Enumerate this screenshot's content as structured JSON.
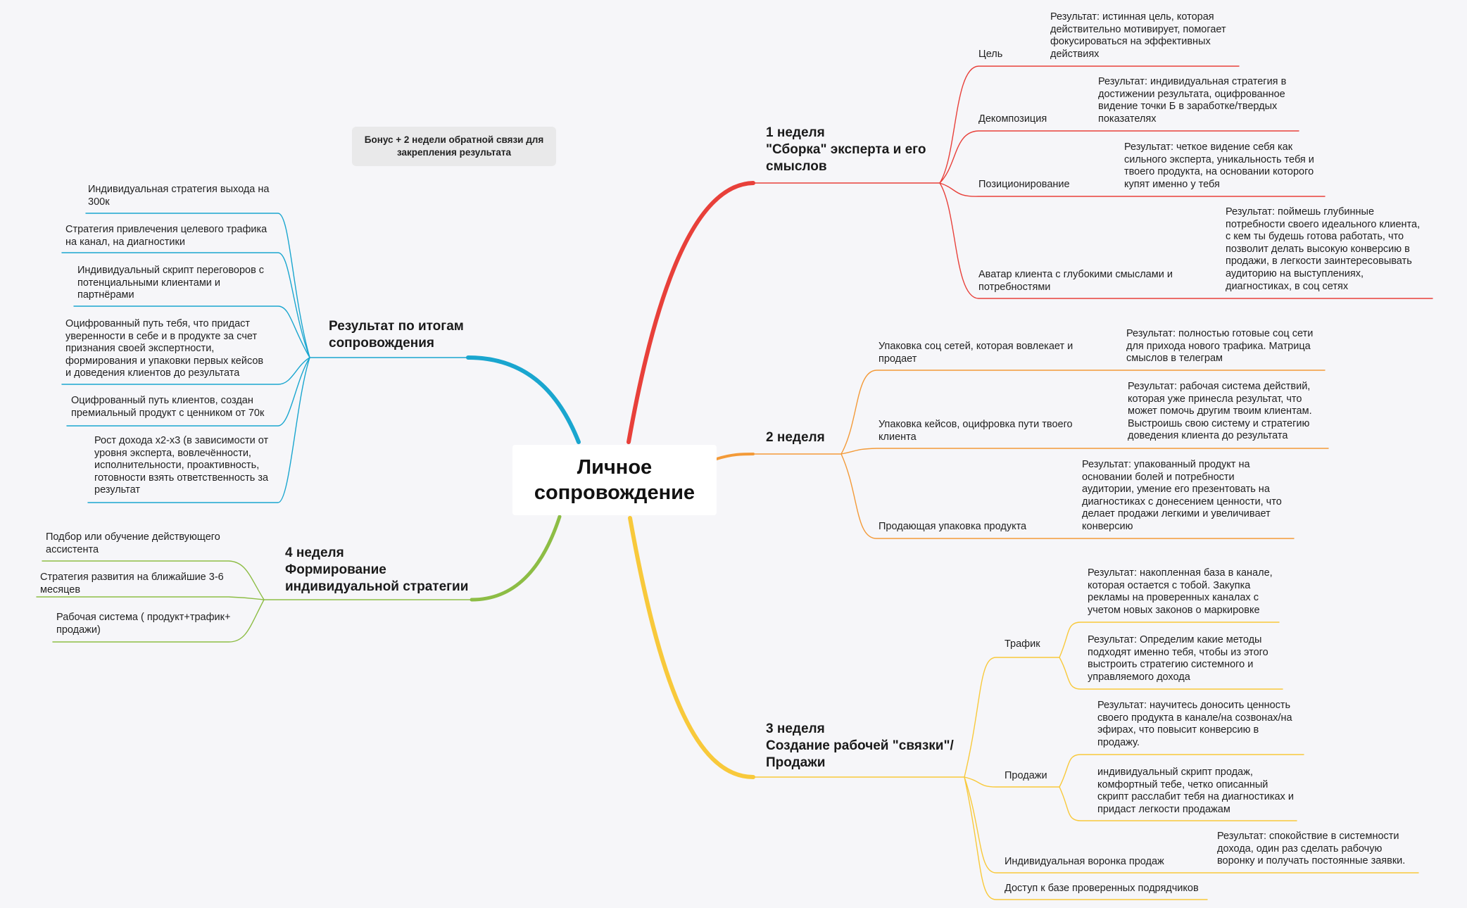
{
  "central": "Личное\nсопровождение",
  "bonus": "Бонус + 2 недели обратной связи для\nзакрепления результата",
  "colors": {
    "red": "#e8403a",
    "orange": "#f39a38",
    "yellow": "#f8c93b",
    "green": "#8dbd45",
    "blue": "#1aa6cf"
  },
  "week1": {
    "title": "1 неделя\n\"Сборка\" эксперта и его\nсмыслов",
    "items": [
      {
        "label": "Цель",
        "result": "Результат: истинная цель, которая\nдействительно мотивирует, помогает\nфокусироваться на эффективных\nдействиях"
      },
      {
        "label": "Декомпозиция",
        "result": "Результат: индивидуальная стратегия в\nдостижении результата, оцифрованное\nвидение точки Б в заработке/твердых\nпоказателях"
      },
      {
        "label": "Позиционирование",
        "result": "Результат: четкое видение себя как\nсильного эксперта, уникальность тебя и\nтвоего продукта, на основании которого\nкупят  именно у тебя"
      },
      {
        "label": "Аватар клиента с глубокими смыслами и\nпотребностями",
        "result": "Результат: поймешь глубинные\nпотребности своего идеального клиента,\nс кем ты будешь готова работать, что\nпозволит делать высокую конверсию в\nпродажи, в легкости заинтересовывать\nаудиторию на выступлениях,\nдиагностиках, в соц сетях"
      }
    ]
  },
  "week2": {
    "title": "2 неделя",
    "items": [
      {
        "label": "Упаковка соц сетей, которая вовлекает и\nпродает",
        "result": "Результат: полностью готовые соц сети\nдля прихода нового трафика.  Матрица\nсмыслов в телеграм"
      },
      {
        "label": "Упаковка кейсов, оцифровка пути твоего\nклиента",
        "result": "Результат: рабочая система действий,\nкоторая уже принесла результат, что\nможет помочь другим твоим клиентам.\nВыстроишь свою систему и стратегию\nдоведения клиента до результата"
      },
      {
        "label": "Продающая упаковка продукта",
        "result": "Результат: упакованный продукт на\nосновании болей и потребности\nаудитории, умение его презентовать на\nдиагностиках с донесением ценности, что\nделает продажи легкими и увеличивает\nконверсию"
      }
    ]
  },
  "week3": {
    "title": "3 неделя\nСоздание рабочей \"связки\"/\nПродажи",
    "traffic": {
      "label": "Трафик",
      "results": [
        "Результат: накопленная база в канале,\nкоторая остается с тобой. Закупка\nрекламы на проверенных каналах с\nучетом новых законов о маркировке",
        "Результат: Определим какие методы\nподходят именно тебя, чтобы из этого\nвыстроить стратегию системного и\nуправляемого дохода"
      ]
    },
    "sales": {
      "label": "Продажи",
      "results": [
        "Результат: научитесь доносить ценность\nсвоего продукта в канале/на созвонах/на\nэфирах, что повысит конверсию в\nпродажу.",
        "индивидуальный скрипт продаж,\nкомфортный тебе, четко описанный\nскрипт расслабит тебя на диагностиках и\nпридаст легкости продажам"
      ]
    },
    "funnel": {
      "label": "Индивидуальная воронка продаж",
      "result": "Результат: спокойствие в системности\nдохода, один раз сделать рабочую\nворонку и получать постоянные заявки."
    },
    "contractors": {
      "label": "Доступ к базе проверенных подрядчиков"
    }
  },
  "week4": {
    "title": "4 неделя\nФормирование\nиндивидуальной стратегии",
    "items": [
      "Подбор или обучение действующего\nассистента",
      "Стратегия развития на ближайшие 3-6\nмесяцев",
      "Рабочая система ( продукт+трафик+\nпродажи)"
    ]
  },
  "results": {
    "title": "Результат по итогам\nсопровождения",
    "items": [
      "Индивидуальная стратегия выхода на\n300к",
      "Стратегия привлечения целевого трафика\nна канал, на диагностики",
      "Индивидуальный скрипт переговоров с\nпотенциальными клиентами и\nпартнёрами",
      "Оцифрованный путь тебя, что придаст\nуверенности в себе и в продукте за счет\nпризнания своей экспертности,\nформирования и упаковки первых кейсов\nи доведения клиентов до результата",
      "Оцифрованный путь клиентов, создан\nпремиальный продукт с ценником от 70к",
      "Рост дохода х2-х3 (в зависимости от\nуровня эксперта, вовлечённости,\nисполнительности, проактивность,\nготовности взять ответственность за\nрезультат"
    ]
  }
}
